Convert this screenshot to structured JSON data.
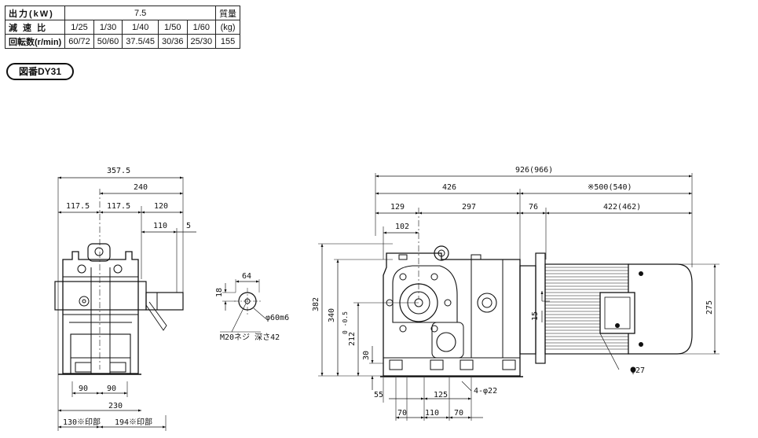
{
  "spec_table": {
    "output_label": "出力(kW)",
    "output_value": "7.5",
    "weight_label": "質量",
    "ratio_label": "減 速 比",
    "ratios": [
      "1/25",
      "1/30",
      "1/40",
      "1/50",
      "1/60"
    ],
    "weight_unit": "(kg)",
    "speed_label": "回転数(r/min)",
    "speeds": [
      "60/72",
      "50/60",
      "37.5/45",
      "30/36",
      "25/30"
    ],
    "weight_value": "155"
  },
  "drawing_id": "図番DY31",
  "front_view": {
    "overall_width": "357.5",
    "d240": "240",
    "d117_left": "117.5",
    "d117_right": "117.5",
    "d120": "120",
    "d110": "110",
    "d5": "5",
    "d90_left": "90",
    "d90_right": "90",
    "d230": "230",
    "d130": "130※印部",
    "d194": "194※印部"
  },
  "shaft_detail": {
    "d64": "64",
    "d18": "18",
    "shaft_dia": "φ60m6",
    "tap": "M20ネジ 深さ42"
  },
  "side_view": {
    "overall": "926(966)",
    "d426": "426",
    "d500": "※500(540)",
    "d129": "129",
    "d297": "297",
    "d76": "76",
    "d422": "422(462)",
    "d102": "102",
    "h382": "382",
    "h340": "340",
    "h212": "212",
    "h212_tol": "0 -0.5",
    "h30": "30",
    "h15": "15",
    "h275": "275",
    "d55": "55",
    "d125": "125",
    "holes": "4-φ22",
    "d70_left": "70",
    "d110": "110",
    "d70_right": "70",
    "phi27": "φ27"
  }
}
